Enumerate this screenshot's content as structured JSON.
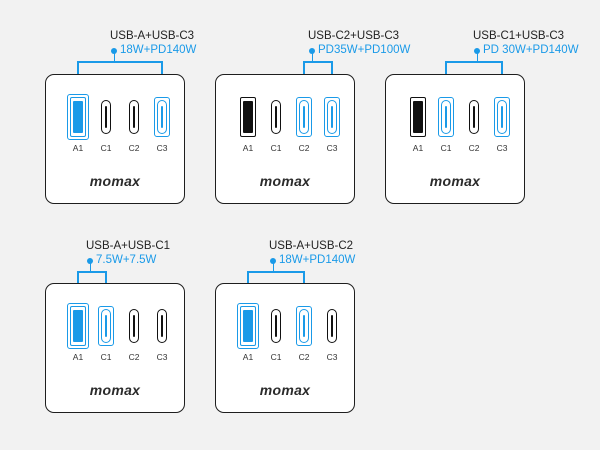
{
  "colors": {
    "accent": "#1a9ae8",
    "outline": "#1e1e1e",
    "background": "#f2f2f2"
  },
  "port_labels": [
    "A1",
    "C1",
    "C2",
    "C3"
  ],
  "panels": [
    {
      "combo": "USB-A+USB-C3",
      "power": "18W+PD140W",
      "active": [
        "A1",
        "C3"
      ],
      "brand": "momax"
    },
    {
      "combo": "USB-C2+USB-C3",
      "power": "PD35W+PD100W",
      "active": [
        "C2",
        "C3"
      ],
      "brand": "momax"
    },
    {
      "combo": "USB-C1+USB-C3",
      "power": "PD 30W+PD140W",
      "active": [
        "C1",
        "C3"
      ],
      "brand": "momax"
    },
    {
      "combo": "USB-A+USB-C1",
      "power": "7.5W+7.5W",
      "active": [
        "A1",
        "C1"
      ],
      "brand": "momax"
    },
    {
      "combo": "USB-A+USB-C2",
      "power": "18W+PD140W",
      "active": [
        "A1",
        "C2"
      ],
      "brand": "momax"
    }
  ]
}
